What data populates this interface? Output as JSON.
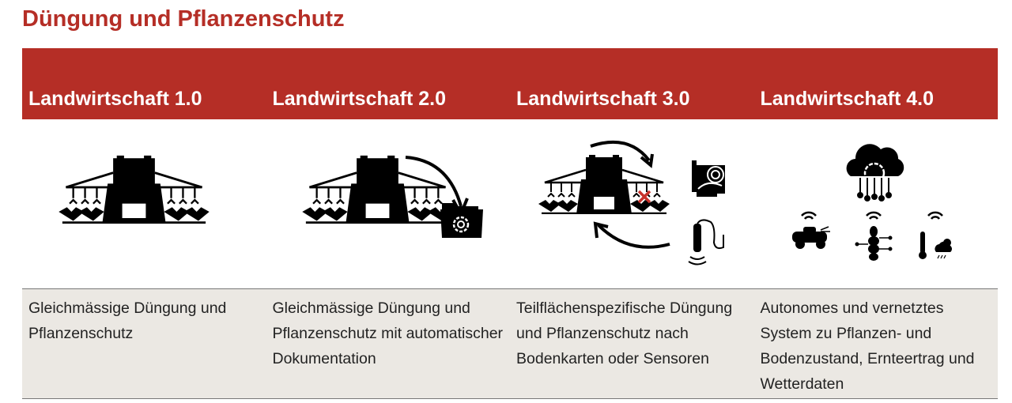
{
  "title": "Düngung und Pflanzenschutz",
  "columns": [
    {
      "heading": "Landwirtschaft 1.0",
      "description": "Gleichmässige Düngung und Pflanzenschutz",
      "icon": "sprayer-icon"
    },
    {
      "heading": "Landwirtschaft 2.0",
      "description": "Gleichmässige Düngung und Pflanzenschutz mit automati­scher Dokumentation",
      "icon": "sprayer-documentation-icon"
    },
    {
      "heading": "Landwirtschaft 3.0",
      "description": "Teilflächenspezifische Düngung und Pflanzenschutz nach Bodenkarten oder Sensoren",
      "icon": "sprayer-soilmap-sensor-icon"
    },
    {
      "heading": "Landwirtschaft 4.0",
      "description": "Autonomes und vernetztes System zu Pflanzen- und Bodenzustand, Ernteertrag und Wetterdaten",
      "icon": "cloud-network-icon"
    }
  ],
  "colors": {
    "accent": "#b52e26",
    "row_bg": "#ebe8e3",
    "mark_red": "#c8322b"
  }
}
